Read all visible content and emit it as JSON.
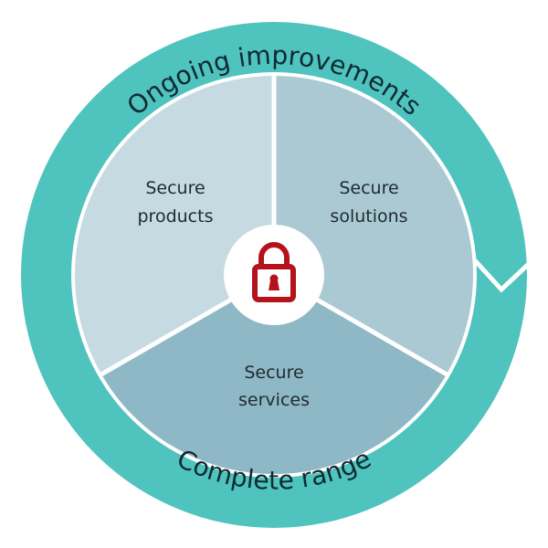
{
  "ring": {
    "top_label": "Ongoing improvements",
    "bottom_label": "Complete range"
  },
  "segments": [
    {
      "line1": "Secure",
      "line2": "products"
    },
    {
      "line1": "Secure",
      "line2": "solutions"
    },
    {
      "line1": "Secure",
      "line2": "services"
    }
  ],
  "center_icon": "lock-icon",
  "colors": {
    "ring": "#4fc3bd",
    "products": "#c6dae1",
    "solutions": "#abc9d3",
    "services": "#8fb8c6",
    "lock": "#b5121b"
  }
}
